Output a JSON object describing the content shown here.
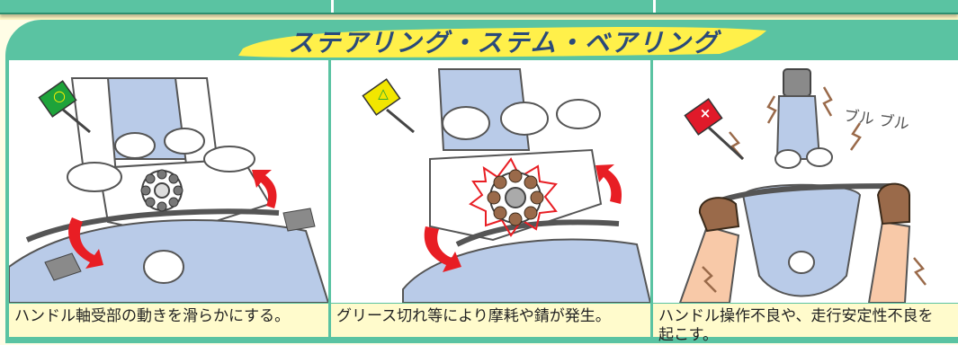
{
  "title": "ステアリング・ステム・ベアリング",
  "panels": [
    {
      "caption": "ハンドル軸受部の動きを滑らかにする。",
      "badge_symbol": "○",
      "badge_color": "#1ea33a"
    },
    {
      "caption": "グリース切れ等により摩耗や錆が発生。",
      "badge_symbol": "△",
      "badge_color": "#f2e600"
    },
    {
      "caption": "ハンドル操作不良や、走行安定性不良を起こす。",
      "badge_symbol": "×",
      "badge_color": "#e01a2a",
      "sound_text": "ブル ブル"
    }
  ],
  "colors": {
    "frame_green": "#5ac3a2",
    "caption_bg": "#fffbcc",
    "banner_yellow": "#fff04a",
    "title_blue": "#2a4a7a",
    "tank_blue": "#b9cbe8",
    "arrow_red": "#e81e24"
  }
}
